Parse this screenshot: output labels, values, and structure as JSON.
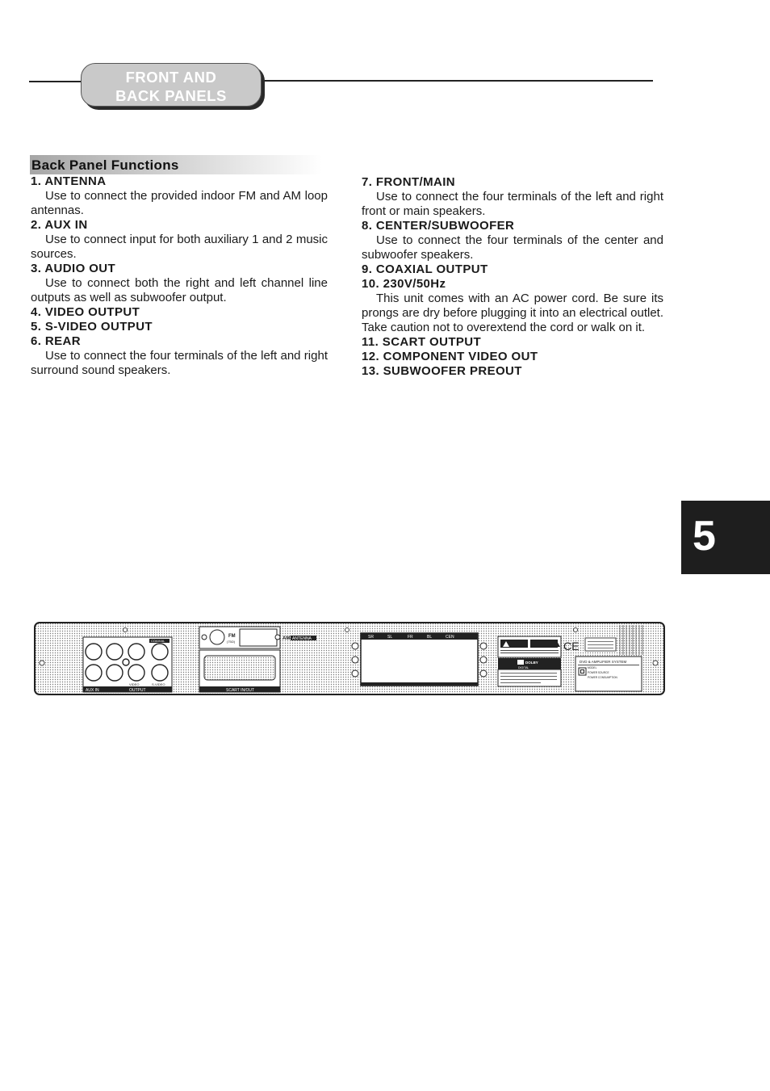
{
  "section_tab": {
    "line1": "FRONT AND",
    "line2": "BACK PANELS"
  },
  "heading": "Back Panel Functions",
  "left_column": [
    {
      "title": "1. ANTENNA",
      "body": "Use to connect the provided indoor FM and AM loop antennas."
    },
    {
      "title": "2. AUX IN",
      "body": "Use to connect input for both auxiliary 1 and 2 music sources."
    },
    {
      "title": "3. AUDIO OUT",
      "body": "Use to connect both the right and left channel line outputs as well as subwoofer output."
    },
    {
      "title": "4. VIDEO OUTPUT"
    },
    {
      "title": "5. S-VIDEO OUTPUT"
    },
    {
      "title": "6. REAR",
      "body": "Use to connect the four terminals of the left and right surround sound speakers."
    }
  ],
  "right_column": [
    {
      "title": "7. FRONT/MAIN",
      "body": "Use to connect the four terminals of the left and right front or main speakers."
    },
    {
      "title": "8. CENTER/SUBWOOFER",
      "body": "Use to connect the four terminals of the center and subwoofer speakers."
    },
    {
      "title": "9. COAXIAL OUTPUT"
    },
    {
      "title": "10. 230V/50Hz",
      "body": "This unit comes with an AC power cord. Be sure its prongs are dry before plugging it into an electrical outlet. Take caution not to overextend the cord or walk on it."
    },
    {
      "title": "11. SCART OUTPUT"
    },
    {
      "title": "12. COMPONENT VIDEO OUT"
    },
    {
      "title": "13. SUBWOOFER PREOUT"
    }
  ],
  "page_number": "5",
  "panel_labels": {
    "aux_in": "AUX IN",
    "output": "OUTPUT",
    "coaxial": "COAXIAL",
    "video": "VIDEO",
    "svideo": "S-VIDEO",
    "fm": "FM",
    "fm_ohm": "(75Ω)",
    "am": "AM",
    "antenna": "ANTENNA",
    "scart": "SCART IN/OUT",
    "speakers": [
      "SR",
      "SL",
      "FR",
      "BL",
      "CEN"
    ],
    "dolby": "DOLBY",
    "digital": "DIGITAL",
    "rating_title": "DVD & AMPLIFIER SYSTEM",
    "model": "MODEL",
    "power_source": "POWER SOURCE",
    "power_consumption": "POWER CONSUMPTION",
    "ce": "CE"
  }
}
